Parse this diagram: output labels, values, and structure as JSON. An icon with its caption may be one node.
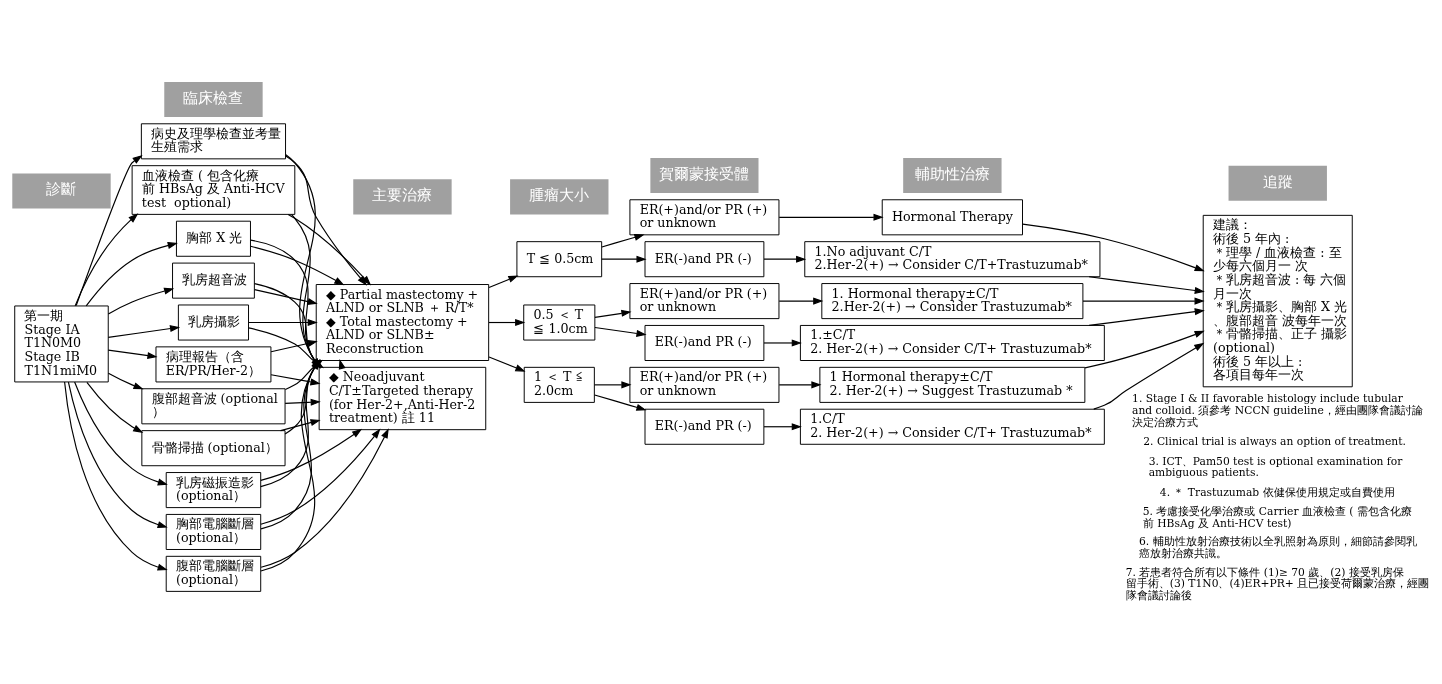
{
  "diagram": {
    "nodes": [
      {
        "text": [
          "第一期 Stage IA T1N0M0 Stage IB T1N1miM0"
        ]
      },
      {
        "text": [
          "病史及理學檢查並考量生殖需求"
        ]
      },
      {
        "text": [
          "血液檢查 ( 包含化療前 HBsAg 及 Anti-HCV test  optional)"
        ]
      },
      {
        "text": [
          "胸部 X 光"
        ]
      },
      {
        "text": [
          "乳房超音波"
        ]
      },
      {
        "text": [
          "乳房攝影"
        ]
      },
      {
        "text": [
          "病理報告（含 ER/PR/Her-2）"
        ]
      },
      {
        "text": [
          "腹部超音波 (optional）"
        ]
      },
      {
        "text": [
          "骨骼掃描 (optional）"
        ]
      },
      {
        "text": [
          "乳房磁振造影 (optional）"
        ]
      },
      {
        "text": [
          "胸部電腦斷層 (optional）"
        ]
      },
      {
        "text": [
          "腹部電腦斷層 (optional）"
        ]
      },
      {
        "text": [
          "◆ Partial mastectomy + ALND or SLNB ＋ R/T*",
          "◆ Total mastectomy + ALND or SLNB± Reconstruction"
        ]
      },
      {
        "text": [
          "◆ Neoadjuvant C/T±Targeted therapy (for Her-2+,Anti-Her-2 treatment) 註 11"
        ]
      },
      {
        "text": [
          "T ≦ 0.5cm"
        ]
      },
      {
        "text": [
          "0.5 ＜ T ≦ 1.0cm"
        ]
      },
      {
        "text": [
          "1 ＜ T ≦ 2.0cm"
        ]
      },
      {
        "text": [
          "ER(+)and/or PR (+) or unknown"
        ]
      },
      {
        "text": [
          "ER(-)and PR (-)"
        ]
      },
      {
        "text": [
          "ER(+)and/or PR (+) or unknown"
        ]
      },
      {
        "text": [
          "ER(-)and PR (-)"
        ]
      },
      {
        "text": [
          "ER(+)and/or PR (+) or unknown"
        ]
      },
      {
        "text": [
          "ER(-)and PR (-)"
        ]
      },
      {
        "text": [
          "Hormonal Therapy"
        ]
      },
      {
        "text": [
          "1.No adjuvant C/T",
          "2.Her-2(+) → Consider C/T+Trastuzumab*"
        ]
      },
      {
        "text": [
          "1. Hormonal therapy±C/T",
          "2.Her-2(+) → Consider Trastuzumab*"
        ]
      },
      {
        "text": [
          "1.±C/T",
          "2. Her-2(+) → Consider C/T+ Trastuzumab*"
        ]
      },
      {
        "text": [
          "1 Hormonal therapy±C/T",
          "2. Her-2(+) → Suggest Trastuzumab *"
        ]
      },
      {
        "text": [
          "1.C/T",
          "2. Her-2(+) → Consider C/T+ Trastuzumab*"
        ]
      },
      {
        "text": [
          "建議：",
          "術後 5 年內 :",
          "＊理學 / 血液檢查 : 至少每六個月一 次",
          "＊乳房超音波 : 每 六個月一次",
          "＊乳房攝影、胸部 X 光、腹部超音 波每年一次",
          "＊骨骼掃描、正子 攝影 (optional)",
          "術後 5 年以上 :",
          "各項目每年一次"
        ]
      }
    ],
    "edges": [
      {
        "from": 0,
        "to": 1,
        "arrow": "to"
      },
      {
        "from": 0,
        "to": 2,
        "arrow": "to"
      },
      {
        "from": 0,
        "to": 3,
        "arrow": "to"
      },
      {
        "from": 0,
        "to": 4,
        "arrow": "to"
      },
      {
        "from": 0,
        "to": 5,
        "arrow": "to"
      },
      {
        "from": 0,
        "to": 6,
        "arrow": "to"
      },
      {
        "from": 0,
        "to": 7,
        "arrow": "to"
      },
      {
        "from": 0,
        "to": 8,
        "arrow": "to"
      },
      {
        "from": 0,
        "to": 9,
        "arrow": "to"
      },
      {
        "from": 0,
        "to": 10,
        "arrow": "to"
      },
      {
        "from": 0,
        "to": 11,
        "arrow": "to"
      },
      {
        "from": 1,
        "to": 12,
        "arrow": "to"
      },
      {
        "from": 2,
        "to": 12,
        "arrow": "to"
      },
      {
        "from": 3,
        "to": 12,
        "arrow": "to"
      },
      {
        "from": 4,
        "to": 12,
        "arrow": "to"
      },
      {
        "from": 5,
        "to": 12,
        "arrow": "to"
      },
      {
        "from": 6,
        "to": 12,
        "arrow": "to"
      },
      {
        "from": 7,
        "to": 12,
        "arrow": "to"
      },
      {
        "from": 8,
        "to": 12,
        "arrow": "to"
      },
      {
        "from": 9,
        "to": 12,
        "arrow": "to"
      },
      {
        "from": 10,
        "to": 12,
        "arrow": "to"
      },
      {
        "from": 11,
        "to": 12,
        "arrow": "to"
      },
      {
        "from": 1,
        "to": 13,
        "arrow": "to"
      },
      {
        "from": 2,
        "to": 13,
        "arrow": "to"
      },
      {
        "from": 3,
        "to": 13,
        "arrow": "to"
      },
      {
        "from": 4,
        "to": 13,
        "arrow": "to"
      },
      {
        "from": 5,
        "to": 13,
        "arrow": "to"
      },
      {
        "from": 6,
        "to": 13,
        "arrow": "to"
      },
      {
        "from": 7,
        "to": 13,
        "arrow": "to"
      },
      {
        "from": 8,
        "to": 13,
        "arrow": "to"
      },
      {
        "from": 9,
        "to": 13,
        "arrow": "to"
      },
      {
        "from": 10,
        "to": 13,
        "arrow": "to"
      },
      {
        "from": 11,
        "to": 13,
        "arrow": "to"
      },
      {
        "from": 13,
        "to": 12,
        "arrow": "to"
      },
      {
        "from": 12,
        "to": 14,
        "arrow": "to"
      },
      {
        "from": 12,
        "to": 15,
        "arrow": "to"
      },
      {
        "from": 12,
        "to": 16,
        "arrow": "to"
      },
      {
        "from": 14,
        "to": 17,
        "arrow": "to"
      },
      {
        "from": 14,
        "to": 18,
        "arrow": "to"
      },
      {
        "from": 15,
        "to": 19,
        "arrow": "to"
      },
      {
        "from": 15,
        "to": 20,
        "arrow": "to"
      },
      {
        "from": 16,
        "to": 21,
        "arrow": "to"
      },
      {
        "from": 16,
        "to": 22,
        "arrow": "to"
      },
      {
        "from": 17,
        "to": 23,
        "arrow": "to"
      },
      {
        "from": 18,
        "to": 24,
        "arrow": "to"
      },
      {
        "from": 19,
        "to": 25,
        "arrow": "to"
      },
      {
        "from": 20,
        "to": 26,
        "arrow": "to"
      },
      {
        "from": 21,
        "to": 27,
        "arrow": "to"
      },
      {
        "from": 22,
        "to": 28,
        "arrow": "to"
      },
      {
        "from": 23,
        "to": 29,
        "arrow": "to"
      },
      {
        "from": 24,
        "to": 29,
        "arrow": "to"
      },
      {
        "from": 25,
        "to": 29,
        "arrow": "to"
      },
      {
        "from": 26,
        "to": 29,
        "arrow": "to"
      },
      {
        "from": 27,
        "to": 29,
        "arrow": "to"
      },
      {
        "from": 28,
        "to": 29,
        "arrow": "to"
      }
    ],
    "labels": [
      "診斷",
      "臨床檢查",
      "主要治療",
      "腫瘤大小",
      "賀爾蒙接受體",
      "輔助性治療",
      "追蹤",
      "1. Stage I & II favorable histology include tubular and colloid. 須參考 NCCN guideline，經由團隊會議討論決定治療方式",
      "2. Clinical trial is always an option of treatment.",
      "3. ICT、Pam50 test is optional examination for ambiguous patients.",
      "4. ＊ Trastuzumab 依健保使用規定或自費使用",
      "5. 考慮接受化學治療或 Carrier 血液檢查 ( 需包含化療前 HBsAg 及 Anti-HCV test)",
      "6. 輔助性放射治療技術以全乳照射為原則，細節請參閱乳癌放射治療共識。",
      "7. 若患者符合所有以下條件 (1)≥ 70 歲、(2) 接受乳房保留手術、(3) T1N0、(4)ER+PR+ 且已接受荷爾蒙治療，經團隊會議討論後"
    ]
  }
}
